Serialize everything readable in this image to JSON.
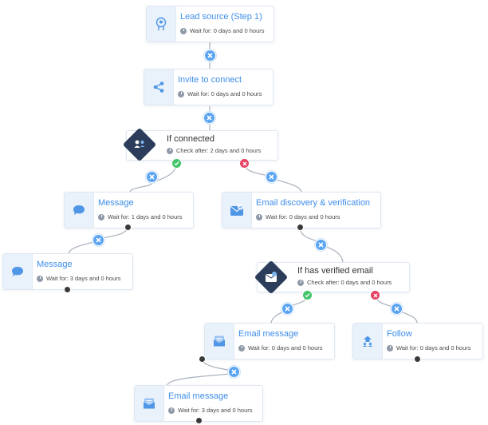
{
  "steps": {
    "lead_source": {
      "title": "Lead source (Step 1)",
      "wait": "Wait for: 0 days and 0 hours",
      "icon": "lead-source-icon"
    },
    "invite": {
      "title": "Invite to connect",
      "wait": "Wait for: 0 days and 0 hours",
      "icon": "share-icon"
    },
    "if_connected": {
      "title": "If connected",
      "wait": "Check after: 2 days and 0 hours",
      "icon": "connected-icon"
    },
    "message_1": {
      "title": "Message",
      "wait": "Wait for: 1 days and 0 hours",
      "icon": "chat-bubble-icon"
    },
    "message_2": {
      "title": "Message",
      "wait": "Wait for: 3 days and 0 hours",
      "icon": "chat-bubble-icon"
    },
    "email_discovery": {
      "title": "Email discovery & verification",
      "wait": "Wait for: 0 days and 0 hours",
      "icon": "email-verify-icon"
    },
    "if_verified": {
      "title": "If has verified email",
      "wait": "Check after: 0 days and 0 hours",
      "icon": "verified-email-icon"
    },
    "email_message_1": {
      "title": "Email message",
      "wait": "Wait for: 0 days and 0 hours",
      "icon": "envelope-icon"
    },
    "follow": {
      "title": "Follow",
      "wait": "Wait for: 0 days and 0 hours",
      "icon": "follow-icon"
    },
    "email_message_2": {
      "title": "Email message",
      "wait": "Wait for: 3 days and 0 hours",
      "icon": "envelope-icon"
    }
  },
  "colors": {
    "accent": "#3f8ee9",
    "icon_bg": "#e9f1fb",
    "condition": "#2b3d5b",
    "yes": "#42c46a",
    "no": "#e54363",
    "connector": "#5aa4f2"
  }
}
